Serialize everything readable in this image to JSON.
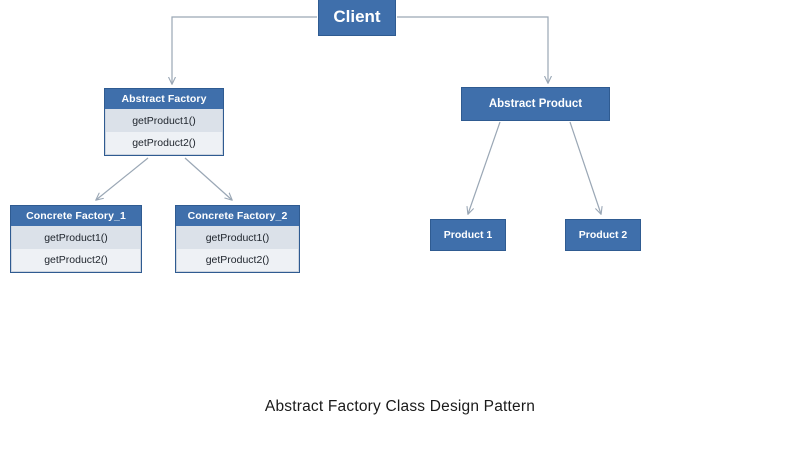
{
  "diagram": {
    "caption": "Abstract Factory Class Design Pattern",
    "colors": {
      "header_fill": "#3f6fab",
      "header_stroke": "#2f5b91",
      "row_fill_a": "#dbe1e9",
      "row_fill_b": "#eef1f5",
      "connector": "#9aa7b5",
      "background": "#ffffff",
      "header_text": "#ffffff",
      "row_text": "#20262e"
    },
    "nodes": {
      "client": {
        "label": "Client"
      },
      "abstract_factory": {
        "title": "Abstract Factory",
        "methods": [
          "getProduct1()",
          "getProduct2()"
        ]
      },
      "abstract_product": {
        "title": "Abstract Product"
      },
      "concrete_factory_1": {
        "title": "Concrete Factory_1",
        "methods": [
          "getProduct1()",
          "getProduct2()"
        ]
      },
      "concrete_factory_2": {
        "title": "Concrete Factory_2",
        "methods": [
          "getProduct1()",
          "getProduct2()"
        ]
      },
      "product_1": {
        "label": "Product 1"
      },
      "product_2": {
        "label": "Product 2"
      }
    },
    "edges": [
      {
        "from": "client",
        "to": "abstract_factory",
        "style": "elbow",
        "arrow": "open"
      },
      {
        "from": "client",
        "to": "abstract_product",
        "style": "elbow",
        "arrow": "open"
      },
      {
        "from": "abstract_factory",
        "to": "concrete_factory_1",
        "style": "straight",
        "arrow": "open"
      },
      {
        "from": "abstract_factory",
        "to": "concrete_factory_2",
        "style": "straight",
        "arrow": "open"
      },
      {
        "from": "abstract_product",
        "to": "product_1",
        "style": "straight",
        "arrow": "open"
      },
      {
        "from": "abstract_product",
        "to": "product_2",
        "style": "straight",
        "arrow": "open"
      }
    ]
  }
}
